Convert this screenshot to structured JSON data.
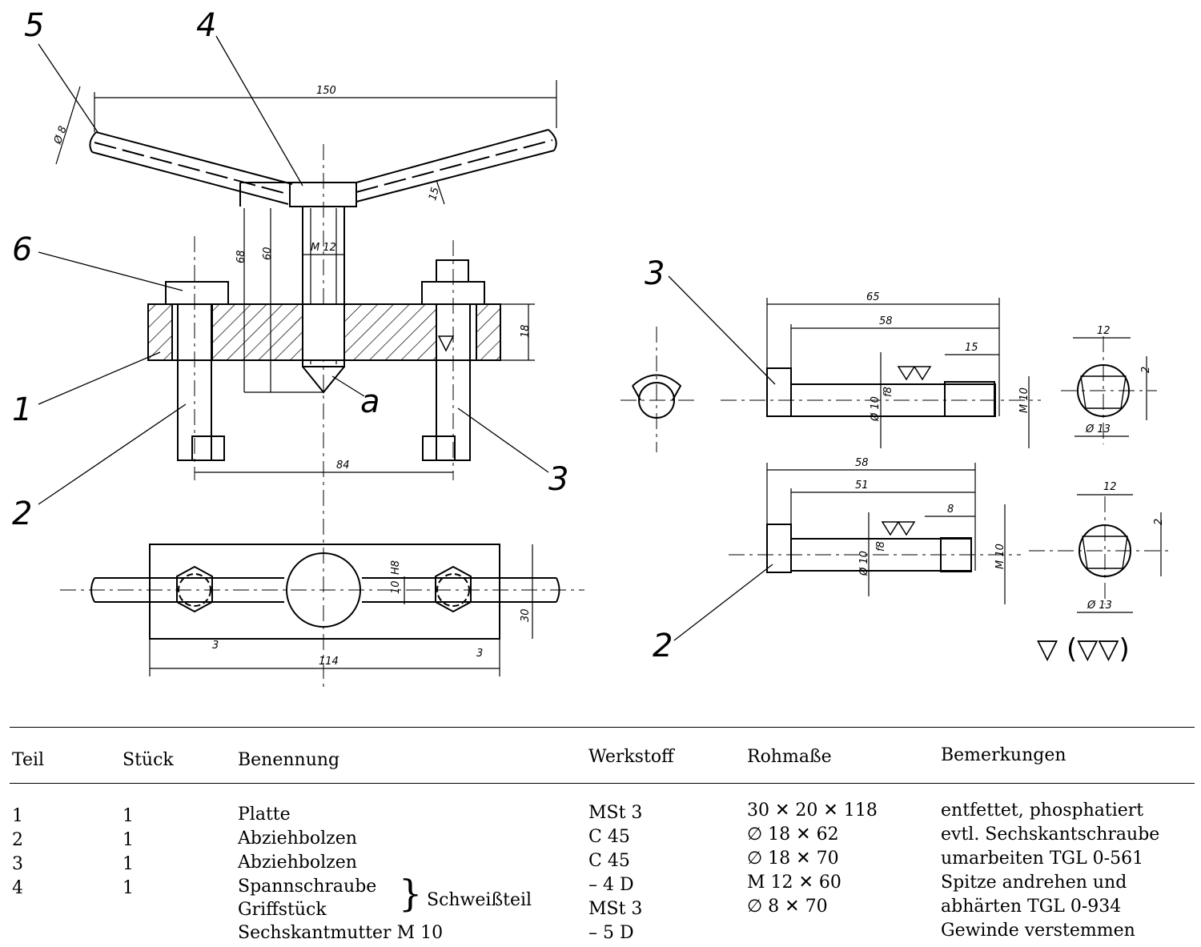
{
  "drawing": {
    "callouts": {
      "c1": "1",
      "c2": "2",
      "c3": "3",
      "c4": "4",
      "c5": "5",
      "c6": "6",
      "ca": "a",
      "r3": "3",
      "r2": "2"
    },
    "dims": {
      "d150": "150",
      "d8": "Ø 8",
      "d15": "15",
      "d68": "68",
      "d60": "60",
      "dm12": "M 12",
      "d18": "18",
      "d84": "84",
      "d114": "114",
      "d3a": "3",
      "d3b": "3",
      "dh8": "H8",
      "d10": "10",
      "d30": "30",
      "r65": "65",
      "r58": "58",
      "r15": "15",
      "r10": "Ø 10",
      "rf8": "f8",
      "rm10": "M 10",
      "r12": "12",
      "r2": "2",
      "r13": "Ø 13",
      "s58": "58",
      "s51": "51",
      "s8": "8",
      "s10": "Ø 10",
      "sf8": "f8",
      "sm10": "M 10",
      "s12": "12",
      "s2": "2",
      "s13": "Ø 13"
    },
    "surface_note": "▽ (▽▽)"
  },
  "table": {
    "headers": {
      "teil": "Teil",
      "stueck": "Stück",
      "benennung": "Benennung",
      "werkstoff": "Werkstoff",
      "rohmasse": "Rohmaße",
      "bemerkungen": "Bemerkungen"
    },
    "rows": [
      {
        "teil": "1",
        "stueck": "1",
        "benennung": "Platte",
        "werkstoff": "MSt 3",
        "rohmasse": "30 ✕ 20 ✕ 118",
        "bemerkungen": "entfettet, phosphatiert"
      },
      {
        "teil": "2",
        "stueck": "1",
        "benennung": "Abziehbolzen",
        "werkstoff": "C 45",
        "rohmasse": "∅ 18 ✕ 62",
        "bemerkungen": "evtl. Sechskantschraube"
      },
      {
        "teil": "3",
        "stueck": "1",
        "benennung": "Abziehbolzen",
        "werkstoff": "C 45",
        "rohmasse": "∅ 18 ✕ 70",
        "bemerkungen": "umarbeiten  TGL 0-561"
      },
      {
        "teil": "4",
        "stueck": "1",
        "benennung": "Spannschraube",
        "werkstoff": "– 4 D",
        "rohmasse": "M 12 ✕ 60",
        "bemerkungen": "Spitze andrehen und"
      },
      {
        "teil": "",
        "stueck": "",
        "benennung": "Griffstück",
        "werkstoff": "MSt 3",
        "rohmasse": "∅ 8 ✕ 70",
        "bemerkungen": "abhärten  TGL 0-934"
      },
      {
        "teil": "",
        "stueck": "",
        "benennung": "Sechskantmutter  M 10",
        "werkstoff": "– 5 D",
        "rohmasse": "",
        "bemerkungen": "Gewinde verstemmen"
      }
    ],
    "weld_group": "Schweißteil"
  }
}
